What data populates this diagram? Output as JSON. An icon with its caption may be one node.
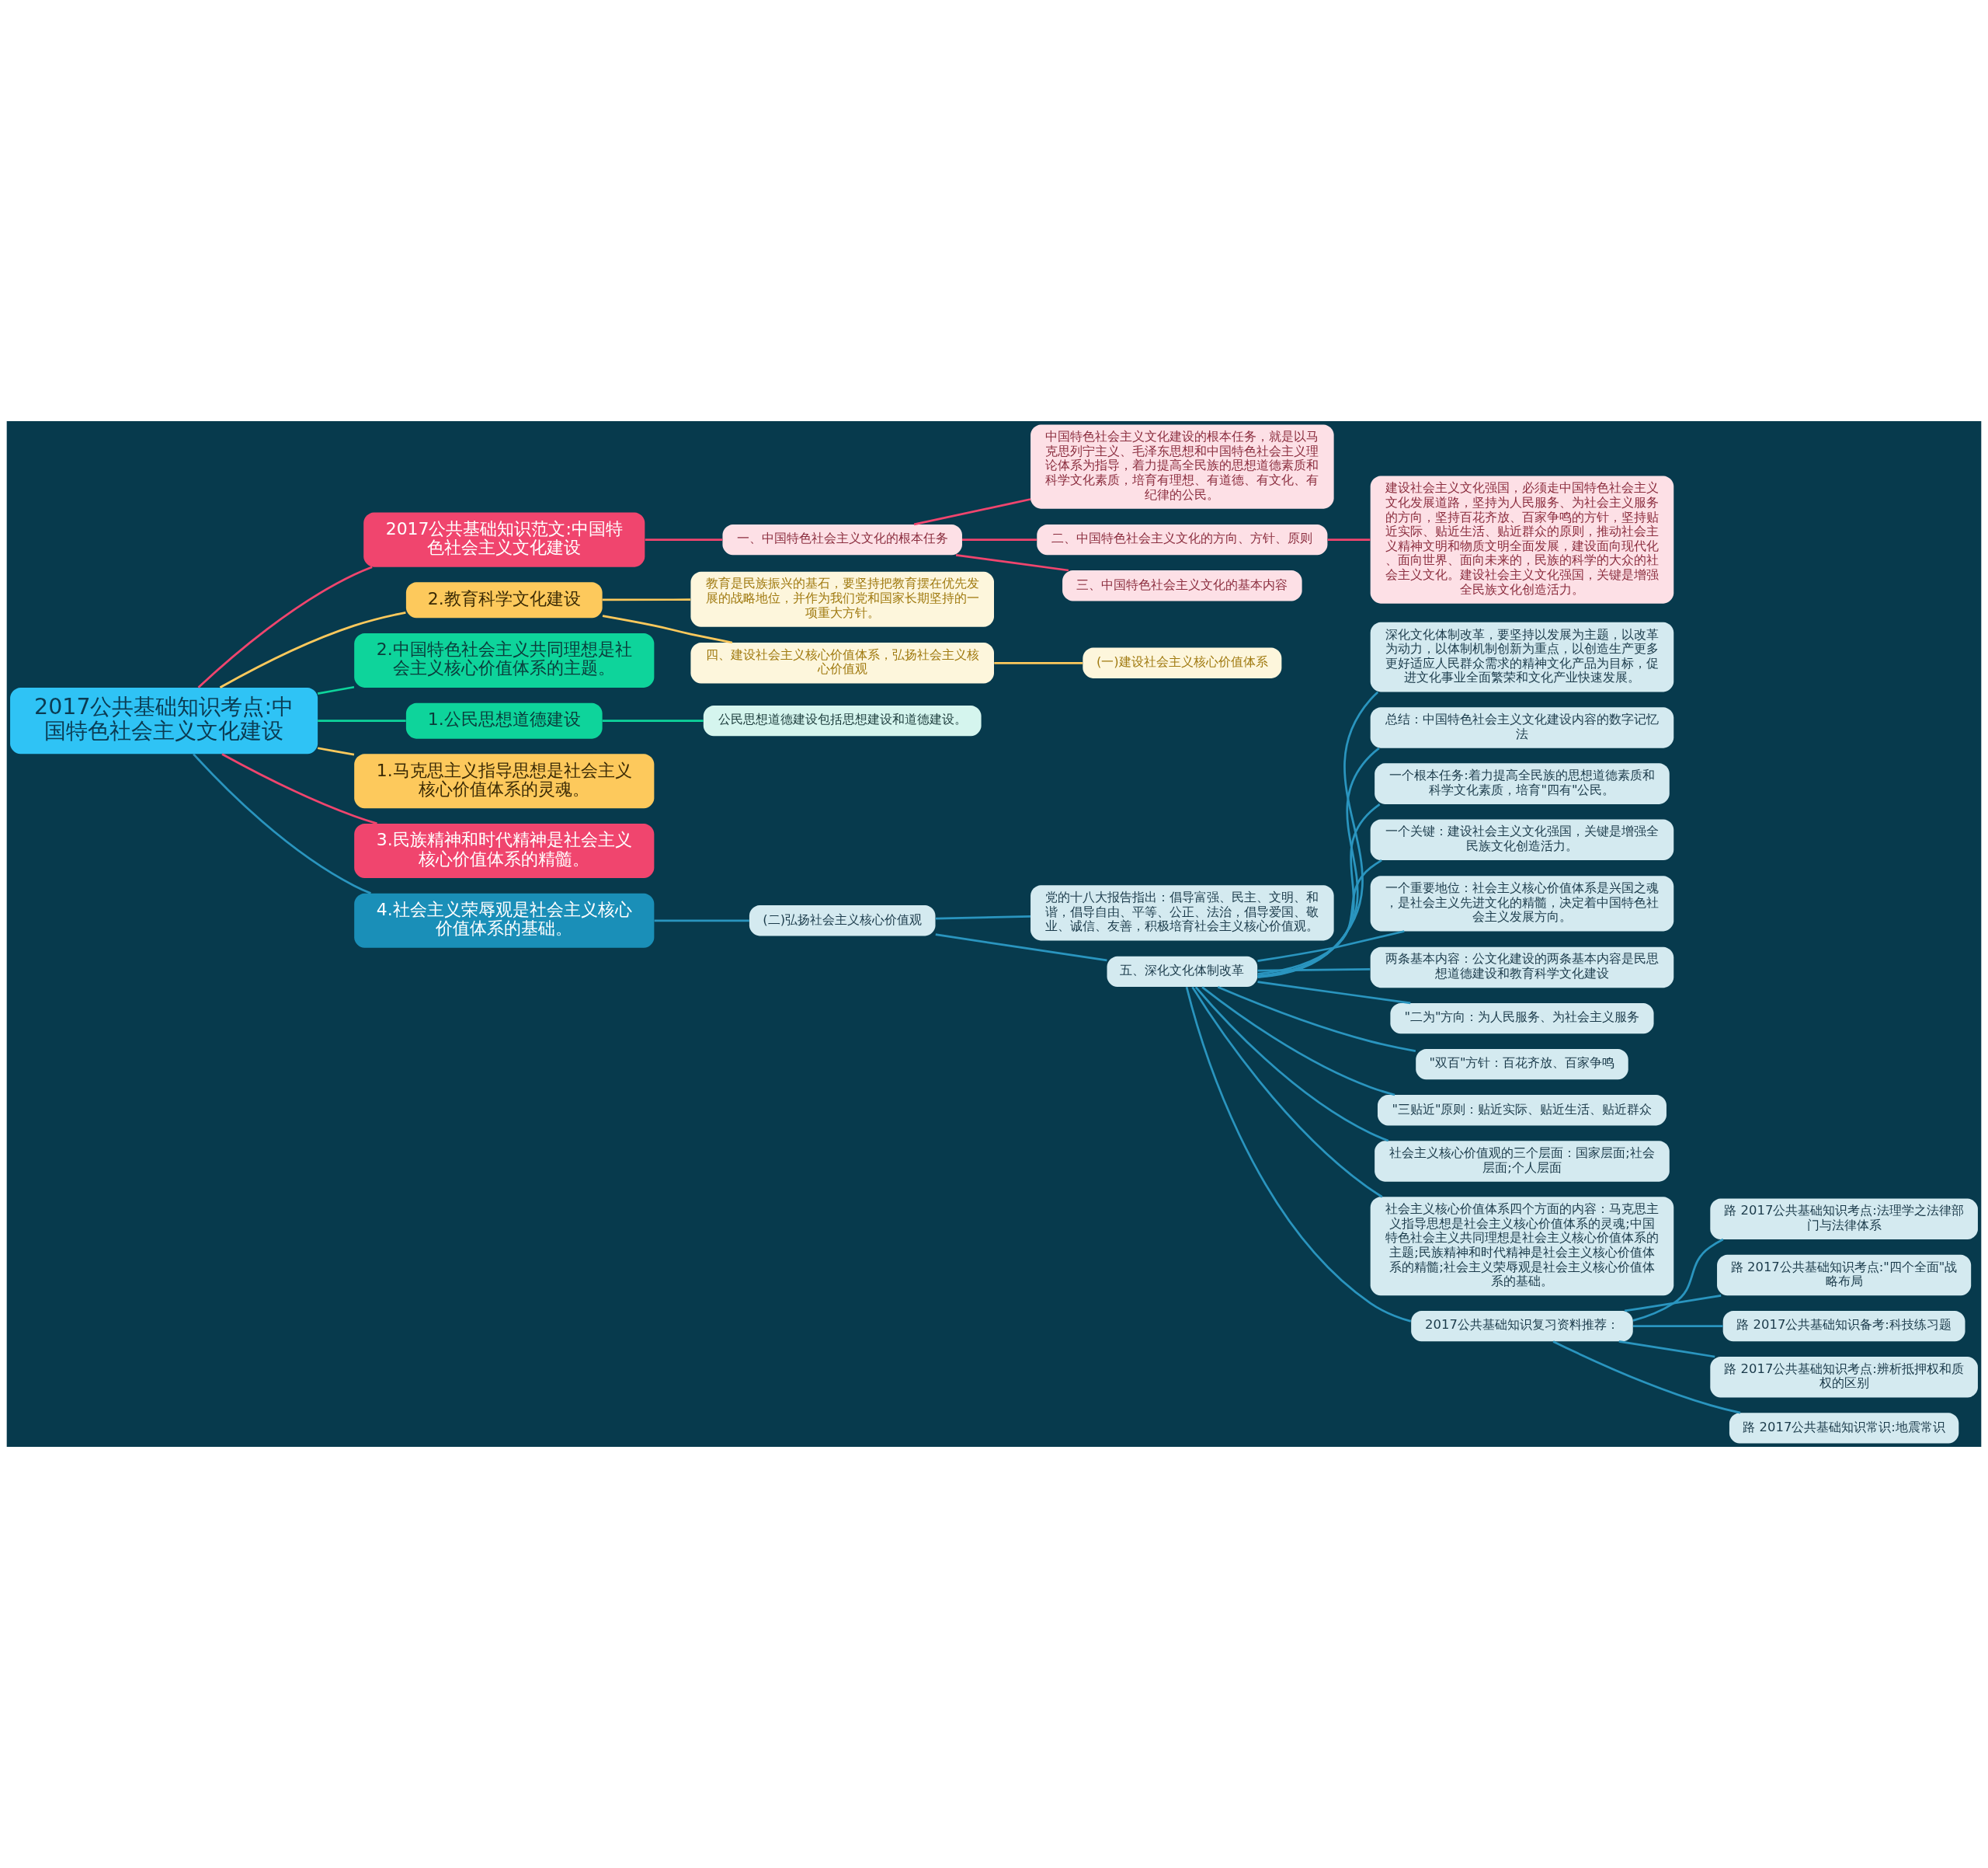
{
  "diagram": {
    "nodes": [
      {
        "text": [
          "2017公共基础知识考点:中国特色社会主义文化建设"
        ]
      },
      {
        "text": [
          "2017公共基础知识范文:中国特色社会主义文化建设"
        ]
      },
      {
        "text": [
          "一、中国特色社会主义文化的根本任务"
        ]
      },
      {
        "text": [
          "中国特色社会主义文化建设的根本任务，就是以马克思列宁主义、毛泽东思想和中国特色社会主义理论体系为指导，着力提高全民族的思想道德素质和科学文化素质，培育有理想、有道德、有文化、有纪律的公民。"
        ]
      },
      {
        "text": [
          "二、中国特色社会主义文化的方向、方针、原则"
        ]
      },
      {
        "text": [
          "建设社会主义文化强国，必须走中国特色社会主义文化发展道路，坚持为人民服务、为社会主义服务的方向，坚持百花齐放、百家争鸣的方针，坚持贴近实际、贴近生活、贴近群众的原则，推动社会主义精神文明和物质文明全面发展，建设面向现代化、面向世界、面向未来的，民族的科学的大众的社会主义文化。建设社会主义文化强国，关键是增强全民族文化创造活力。"
        ]
      },
      {
        "text": [
          "三、中国特色社会主义文化的基本内容"
        ]
      },
      {
        "text": [
          "2.教育科学文化建设"
        ]
      },
      {
        "text": [
          "教育是民族振兴的基石，要坚持把教育摆在优先发展的战略地位，并作为我们党和国家长期坚持的一项重大方针。"
        ]
      },
      {
        "text": [
          "四、建设社会主义核心价值体系，弘扬社会主义核心价值观"
        ]
      },
      {
        "text": [
          "(一)建设社会主义核心价值体系"
        ]
      },
      {
        "text": [
          "2.中国特色社会主义共同理想是社会主义核心价值体系的主题。"
        ]
      },
      {
        "text": [
          "1.公民思想道德建设"
        ]
      },
      {
        "text": [
          "公民思想道德建设包括思想建设和道德建设。"
        ]
      },
      {
        "text": [
          "1.马克思主义指导思想是社会主义核心价值体系的灵魂。"
        ]
      },
      {
        "text": [
          "3.民族精神和时代精神是社会主义核心价值体系的精髓。"
        ]
      },
      {
        "text": [
          "4.社会主义荣辱观是社会主义核心价值体系的基础。"
        ]
      },
      {
        "text": [
          "(二)弘扬社会主义核心价值观"
        ]
      },
      {
        "text": [
          "党的十八大报告指出：倡导富强、民主、文明、和谐，倡导自由、平等、公正、法治，倡导爱国、敬业、诚信、友善，积极培育社会主义核心价值观。"
        ]
      },
      {
        "text": [
          "五、深化文化体制改革"
        ]
      },
      {
        "text": [
          "深化文化体制改革，要坚持以发展为主题，以改革为动力，以体制机制创新为重点，以创造生产更多更好适应人民群众需求的精神文化产品为目标，促进文化事业全面繁荣和文化产业快速发展。"
        ]
      },
      {
        "text": [
          "总结：中国特色社会主义文化建设内容的数字记忆法"
        ]
      },
      {
        "text": [
          "一个根本任务:着力提高全民族的思想道德素质和科学文化素质，培育\"四有\"公民。"
        ]
      },
      {
        "text": [
          "一个关键：建设社会主义文化强国，关键是增强全民族文化创造活力。"
        ]
      },
      {
        "text": [
          "一个重要地位：社会主义核心价值体系是兴国之魂，是社会主义先进文化的精髓，决定着中国特色社会主义发展方向。"
        ]
      },
      {
        "text": [
          "两条基本内容：公文化建设的两条基本内容是民思想道德建设和教育科学文化建设"
        ]
      },
      {
        "text": [
          "\"二为\"方向：为人民服务、为社会主义服务"
        ]
      },
      {
        "text": [
          "\"双百\"方针：百花齐放、百家争鸣"
        ]
      },
      {
        "text": [
          "\"三贴近\"原则：贴近实际、贴近生活、贴近群众"
        ]
      },
      {
        "text": [
          "社会主义核心价值观的三个层面：国家层面;社会层面;个人层面"
        ]
      },
      {
        "text": [
          "社会主义核心价值体系四个方面的内容：马克思主义指导思想是社会主义核心价值体系的灵魂;中国特色社会主义共同理想是社会主义核心价值体系的主题;民族精神和时代精神是社会主义核心价值体系的精髓;社会主义荣辱观是社会主义核心价值体系的基础。"
        ]
      },
      {
        "text": [
          "2017公共基础知识复习资料推荐："
        ]
      },
      {
        "text": [
          "路 2017公共基础知识考点:法理学之法律部门与法律体系"
        ]
      },
      {
        "text": [
          "路 2017公共基础知识考点:\"四个全面\"战略布局"
        ]
      },
      {
        "text": [
          "路 2017公共基础知识备考:科技练习题"
        ]
      },
      {
        "text": [
          "路 2017公共基础知识考点:辨析抵押权和质权的区别"
        ]
      },
      {
        "text": [
          "路 2017公共基础知识常识:地震常识"
        ]
      }
    ],
    "edges": [
      {
        "from": 0,
        "to": 1,
        "arrow": "none",
        "color": "#f0456e"
      },
      {
        "from": 1,
        "to": 2,
        "arrow": "none",
        "color": "#f0456e"
      },
      {
        "from": 2,
        "to": 3,
        "arrow": "none",
        "color": "#f0456e"
      },
      {
        "from": 2,
        "to": 4,
        "arrow": "none",
        "color": "#f0456e"
      },
      {
        "from": 4,
        "to": 5,
        "arrow": "none",
        "color": "#f0456e"
      },
      {
        "from": 2,
        "to": 6,
        "arrow": "none",
        "color": "#f0456e"
      },
      {
        "from": 0,
        "to": 7,
        "arrow": "none",
        "color": "#fdc95c"
      },
      {
        "from": 7,
        "to": 8,
        "arrow": "none",
        "color": "#fdc95c"
      },
      {
        "from": 7,
        "to": 9,
        "arrow": "none",
        "color": "#fdc95c"
      },
      {
        "from": 9,
        "to": 10,
        "arrow": "none",
        "color": "#fdc95c"
      },
      {
        "from": 0,
        "to": 11,
        "arrow": "none",
        "color": "#0ed49b"
      },
      {
        "from": 0,
        "to": 12,
        "arrow": "none",
        "color": "#0ed49b"
      },
      {
        "from": 12,
        "to": 13,
        "arrow": "none",
        "color": "#0ed49b"
      },
      {
        "from": 0,
        "to": 14,
        "arrow": "none",
        "color": "#fdc95c"
      },
      {
        "from": 0,
        "to": 15,
        "arrow": "none",
        "color": "#f0456e"
      },
      {
        "from": 0,
        "to": 16,
        "arrow": "none"
      },
      {
        "from": 16,
        "to": 17,
        "arrow": "none"
      },
      {
        "from": 17,
        "to": 18,
        "arrow": "none"
      },
      {
        "from": 17,
        "to": 19,
        "arrow": "none"
      },
      {
        "from": 19,
        "to": 20,
        "arrow": "none"
      },
      {
        "from": 19,
        "to": 21,
        "arrow": "none"
      },
      {
        "from": 19,
        "to": 22,
        "arrow": "none"
      },
      {
        "from": 19,
        "to": 23,
        "arrow": "none"
      },
      {
        "from": 19,
        "to": 24,
        "arrow": "none"
      },
      {
        "from": 19,
        "to": 25,
        "arrow": "none"
      },
      {
        "from": 19,
        "to": 26,
        "arrow": "none"
      },
      {
        "from": 19,
        "to": 27,
        "arrow": "none"
      },
      {
        "from": 19,
        "to": 28,
        "arrow": "none"
      },
      {
        "from": 19,
        "to": 29,
        "arrow": "none"
      },
      {
        "from": 19,
        "to": 30,
        "arrow": "none"
      },
      {
        "from": 19,
        "to": 31,
        "arrow": "none"
      },
      {
        "from": 31,
        "to": 32,
        "arrow": "none"
      },
      {
        "from": 31,
        "to": 33,
        "arrow": "none"
      },
      {
        "from": 31,
        "to": 34,
        "arrow": "none"
      },
      {
        "from": 31,
        "to": 35,
        "arrow": "none"
      },
      {
        "from": 31,
        "to": 36,
        "arrow": "none"
      }
    ]
  }
}
